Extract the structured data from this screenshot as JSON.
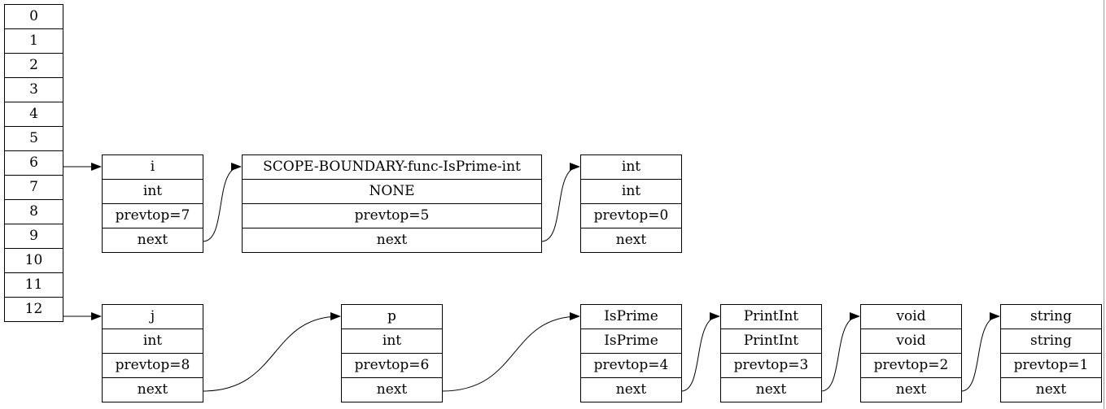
{
  "array": {
    "cells": [
      "0",
      "1",
      "2",
      "3",
      "4",
      "5",
      "6",
      "7",
      "8",
      "9",
      "10",
      "11",
      "12"
    ]
  },
  "nodes": [
    {
      "id": "i",
      "fields": [
        "i",
        "int",
        "prevtop=7",
        "next"
      ]
    },
    {
      "id": "scope",
      "fields": [
        "SCOPE-BOUNDARY-func-IsPrime-int",
        "NONE",
        "prevtop=5",
        "next"
      ]
    },
    {
      "id": "int",
      "fields": [
        "int",
        "int",
        "prevtop=0",
        "next"
      ]
    },
    {
      "id": "j",
      "fields": [
        "j",
        "int",
        "prevtop=8",
        "next"
      ]
    },
    {
      "id": "p",
      "fields": [
        "p",
        "int",
        "prevtop=6",
        "next"
      ]
    },
    {
      "id": "isprime",
      "fields": [
        "IsPrime",
        "IsPrime",
        "prevtop=4",
        "next"
      ]
    },
    {
      "id": "printint",
      "fields": [
        "PrintInt",
        "PrintInt",
        "prevtop=3",
        "next"
      ]
    },
    {
      "id": "void",
      "fields": [
        "void",
        "void",
        "prevtop=2",
        "next"
      ]
    },
    {
      "id": "string",
      "fields": [
        "string",
        "string",
        "prevtop=1",
        "next"
      ]
    }
  ],
  "edges": [
    {
      "from": "array-6",
      "to": "i"
    },
    {
      "from": "i",
      "to": "scope"
    },
    {
      "from": "scope",
      "to": "int"
    },
    {
      "from": "array-12",
      "to": "j"
    },
    {
      "from": "j",
      "to": "p"
    },
    {
      "from": "p",
      "to": "isprime"
    },
    {
      "from": "isprime",
      "to": "printint"
    },
    {
      "from": "printint",
      "to": "void"
    },
    {
      "from": "void",
      "to": "string"
    }
  ]
}
